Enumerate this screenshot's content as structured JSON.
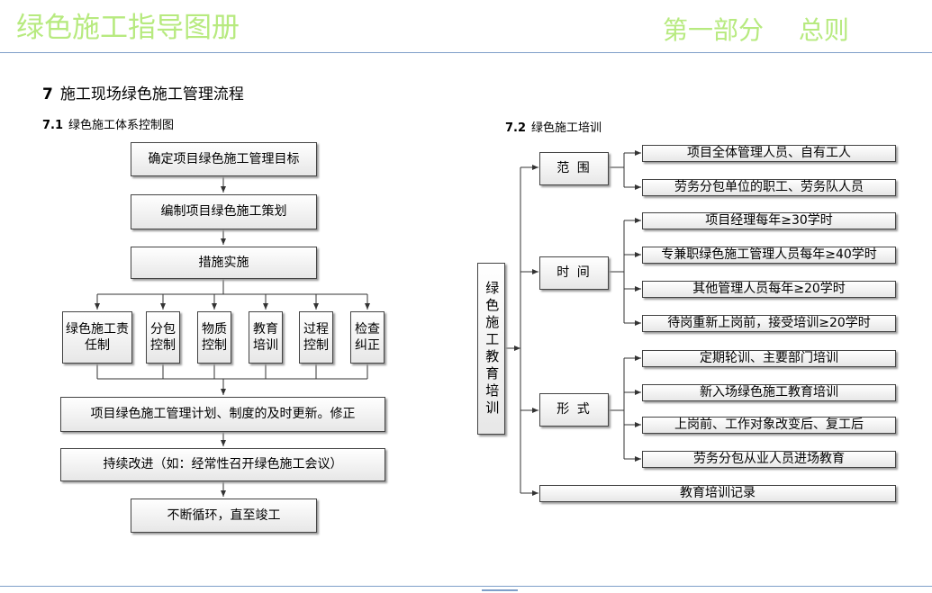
{
  "header": {
    "title": "绿色施工指导图册",
    "part": "第一部分 总则"
  },
  "section": {
    "number": "7",
    "title": "施工现场绿色施工管理流程"
  },
  "control": {
    "number": "7.1",
    "title": "绿色施工体系控制图",
    "steps": [
      "确定项目绿色施工管理目标",
      "编制项目绿色施工策划",
      "措施实施"
    ],
    "branches": [
      "绿色施工责任制",
      "分包控制",
      "物质控制",
      "教育培训",
      "过程控制",
      "检查纠正"
    ],
    "after": [
      "项目绿色施工管理计划、制度的及时更新。修正",
      "持续改进（如：经常性召开绿色施工会议）",
      "不断循环，直至竣工"
    ]
  },
  "training": {
    "number": "7.2",
    "title": "绿色施工培训",
    "root": "绿色施工教育培训",
    "groups": [
      {
        "label": "范 围",
        "items": [
          "项目全体管理人员、自有工人",
          "劳务分包单位的职工、劳务队人员"
        ]
      },
      {
        "label": "时 间",
        "items": [
          "项目经理每年≥30学时",
          "专兼职绿色施工管理人员每年≥40学时",
          "其他管理人员每年≥20学时",
          "待岗重新上岗前，接受培训≥20学时"
        ]
      },
      {
        "label": "形 式",
        "items": [
          "定期轮训、主要部门培训",
          "新入场绿色施工教育培训",
          "上岗前、工作对象改变后、复工后",
          "劳务分包从业人员进场教育"
        ]
      }
    ],
    "record": "教育培训记录"
  }
}
